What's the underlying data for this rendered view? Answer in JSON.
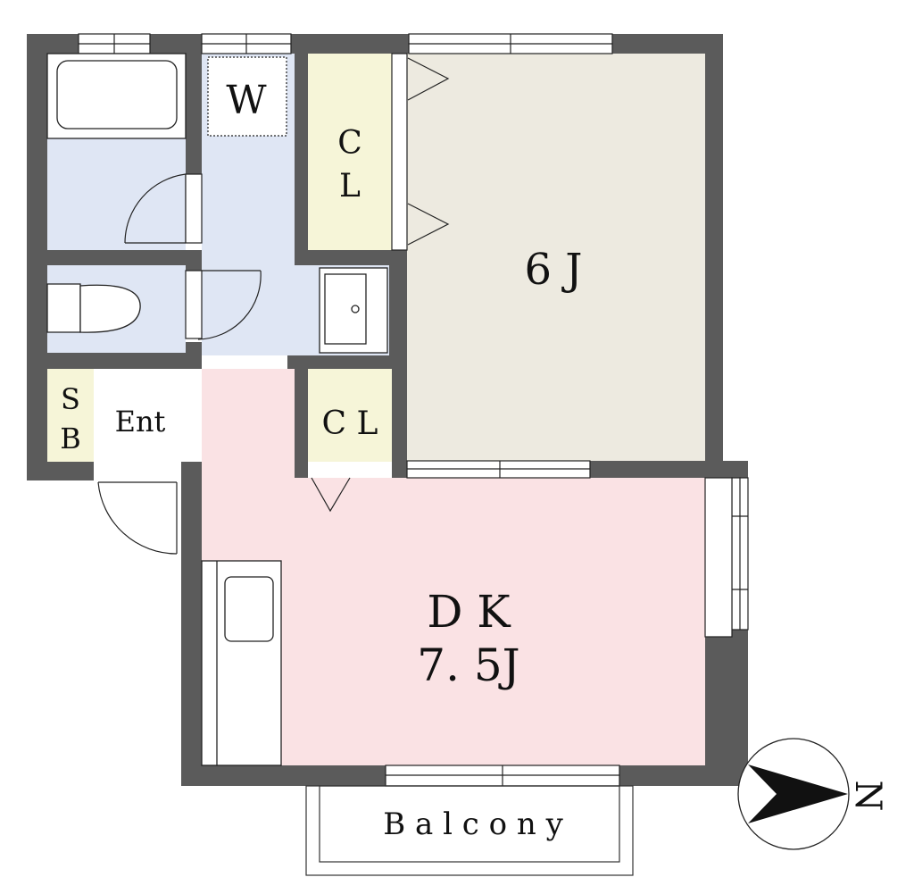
{
  "rooms": {
    "western_room": {
      "label": "6 J"
    },
    "dining_kitchen": {
      "label_line1": "D K",
      "label_line2": "7. 5J"
    },
    "closet_upper": {
      "label_line1": "C",
      "label_line2": "L"
    },
    "closet_lower": {
      "label": "C L"
    },
    "washer": {
      "label": "W"
    },
    "shoe_box": {
      "label_line1": "S",
      "label_line2": "B"
    },
    "entrance": {
      "label": "Ent"
    },
    "balcony": {
      "label": "B a l c o n y"
    }
  },
  "compass": {
    "label": "N",
    "icon": "north-arrow-icon"
  },
  "colors": {
    "wall": "#5b5b5b",
    "western_room": "#edeae0",
    "dining_kitchen": "#fae2e4",
    "wet_area": "#dfe6f4",
    "closet": "#f6f5d8",
    "outline": "#222222"
  }
}
